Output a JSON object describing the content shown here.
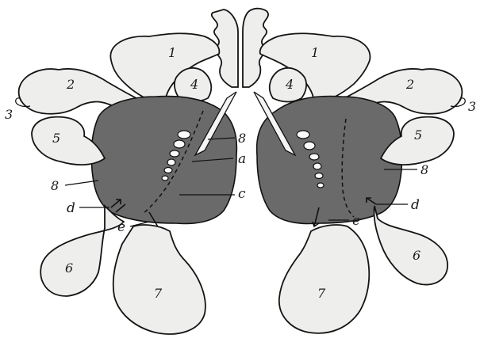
{
  "figure": {
    "labels": {
      "l1_left": "1",
      "l1_right": "1",
      "l2_left": "2",
      "l2_right": "2",
      "l3_left": "3",
      "l3_right": "3",
      "l4_left": "4",
      "l4_right": "4",
      "l5_left": "5",
      "l5_right": "5",
      "l6_left": "6",
      "l6_right": "6",
      "l7_left": "7",
      "l7_right": "7",
      "l8_left": "8",
      "l8_right": "8",
      "l8_center": "8",
      "a": "a",
      "c": "c",
      "d_left": "d",
      "d_right": "d",
      "e_left": "e",
      "e_right": "e"
    },
    "colors": {
      "outline": "#141414",
      "stipple_fill": "#eeeeec",
      "dark_mass": "#6a6a6a"
    }
  }
}
